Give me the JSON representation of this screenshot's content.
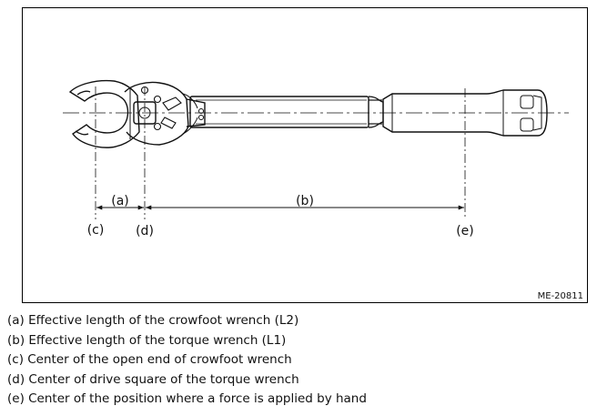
{
  "figure": {
    "code": "ME-20811",
    "markers": {
      "a": "(a)",
      "b": "(b)",
      "c": "(c)",
      "d": "(d)",
      "e": "(e)"
    }
  },
  "legend": {
    "items": [
      "(a) Effective length of the crowfoot wrench (L2)",
      "(b) Effective length of the torque wrench (L1)",
      "(c) Center of the open end of crowfoot wrench",
      "(d) Center of drive square of the torque wrench",
      "(e) Center of the position where a force is applied by hand"
    ]
  },
  "colors": {
    "line": "#111111",
    "background": "#ffffff"
  }
}
